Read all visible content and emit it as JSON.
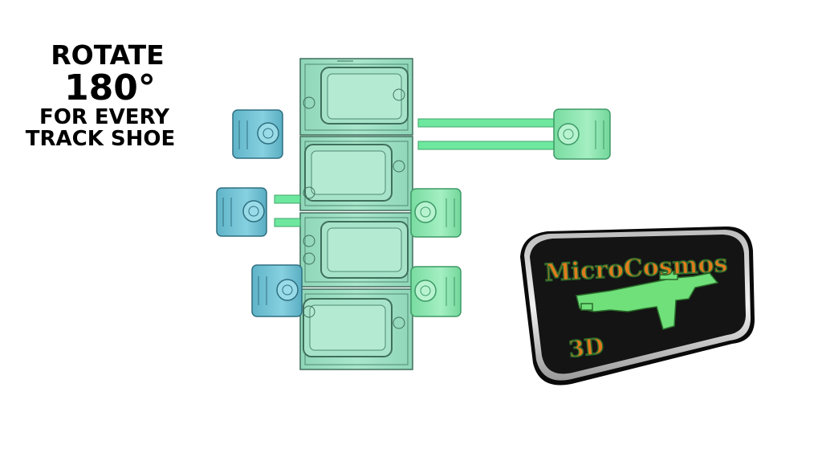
{
  "instructions": {
    "line1": "ROTATE",
    "line2": "180°",
    "line3": "FOR EVERY",
    "line4": "TRACK SHOE"
  },
  "logo": {
    "brand": "MicroCosmos",
    "suffix": "3D"
  },
  "colors": {
    "shoe_fill": "#9ce0c2",
    "shoe_stroke": "#3f6f5c",
    "pin_green": "#6ee89e",
    "end_cap_green": "#8fe8b0",
    "end_cap_blue": "#6ec3d6",
    "logo_black": "#141414",
    "logo_rim": "#d8d8d8",
    "logo_text_fill": "#e07b1e",
    "logo_text_stroke": "#2b6b2b",
    "logo_gun": "#6fe07a"
  }
}
